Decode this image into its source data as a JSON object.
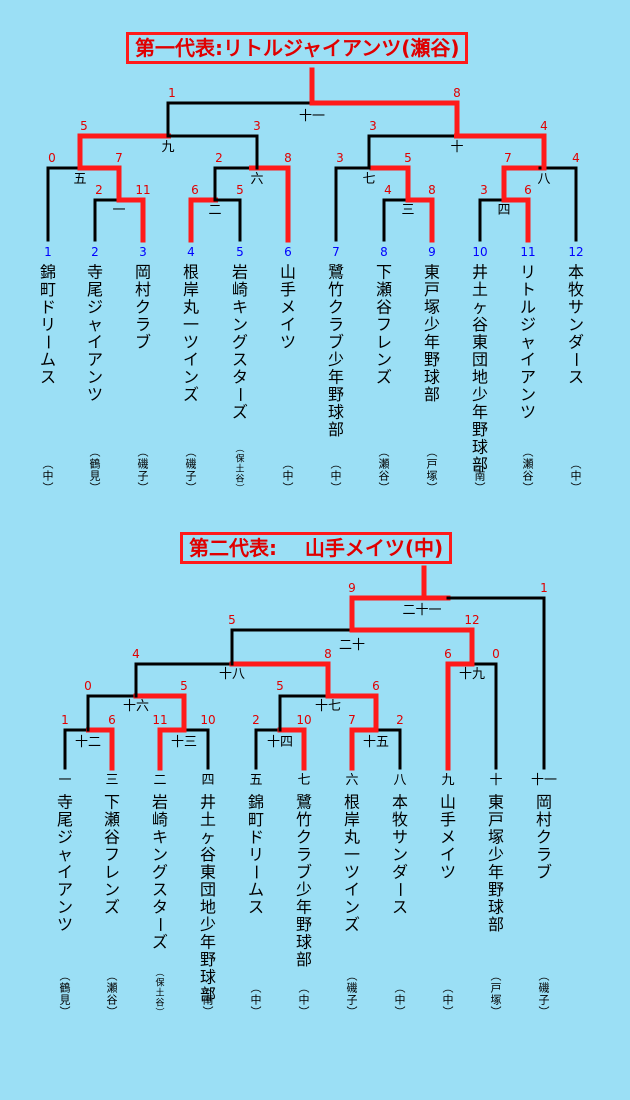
{
  "block1": {
    "title": "第一代表:リトルジャイアンツ(瀬谷)",
    "teams": [
      {
        "seed": "1",
        "name": "錦町ドリームス",
        "region": "(中)"
      },
      {
        "seed": "2",
        "name": "寺尾ジャイアンツ",
        "region": "(鶴見)"
      },
      {
        "seed": "3",
        "name": "岡村クラブ",
        "region": "(磯子)"
      },
      {
        "seed": "4",
        "name": "根岸丸一ツインズ",
        "region": "(磯子)"
      },
      {
        "seed": "5",
        "name": "岩崎キングスターズ",
        "region": "(保土谷)"
      },
      {
        "seed": "6",
        "name": "山手メイツ",
        "region": "(中)"
      },
      {
        "seed": "7",
        "name": "鷺竹クラブ少年野球部",
        "region": "(中)"
      },
      {
        "seed": "8",
        "name": "下瀬谷フレンズ",
        "region": "(瀬谷)"
      },
      {
        "seed": "9",
        "name": "東戸塚少年野球部",
        "region": "(戸塚)"
      },
      {
        "seed": "10",
        "name": "井土ヶ谷東団地少年野球部",
        "region": "(南)"
      },
      {
        "seed": "11",
        "name": "リトルジャイアンツ",
        "region": "(瀬谷)"
      },
      {
        "seed": "12",
        "name": "本牧サンダース",
        "region": "(中)"
      }
    ],
    "games": [
      {
        "label": "一",
        "left": "2",
        "right": "11"
      },
      {
        "label": "二",
        "left": "6",
        "right": "5"
      },
      {
        "label": "三",
        "left": "4",
        "right": "8"
      },
      {
        "label": "四",
        "left": "3",
        "right": "6"
      },
      {
        "label": "五",
        "left": "0",
        "right": "7"
      },
      {
        "label": "六",
        "left": "2",
        "right": "8"
      },
      {
        "label": "七",
        "left": "3",
        "right": "5"
      },
      {
        "label": "八",
        "left": "7",
        "right": "4"
      },
      {
        "label": "九",
        "left": "5",
        "right": "3"
      },
      {
        "label": "十",
        "left": "3",
        "right": "4"
      },
      {
        "label": "十一",
        "left": "1",
        "right": "8"
      }
    ]
  },
  "block2": {
    "title": "第二代表:    山手メイツ(中)",
    "teams": [
      {
        "seed": "一",
        "name": "寺尾ジャイアンツ",
        "region": "(鶴見)"
      },
      {
        "seed": "三",
        "name": "下瀬谷フレンズ",
        "region": "(瀬谷)"
      },
      {
        "seed": "二",
        "name": "岩崎キングスターズ",
        "region": "(保土谷)"
      },
      {
        "seed": "四",
        "name": "井土ヶ谷東団地少年野球部",
        "region": "(南)"
      },
      {
        "seed": "五",
        "name": "錦町ドリームス",
        "region": "(中)"
      },
      {
        "seed": "七",
        "name": "鷺竹クラブ少年野球部",
        "region": "(中)"
      },
      {
        "seed": "六",
        "name": "根岸丸一ツインズ",
        "region": "(磯子)"
      },
      {
        "seed": "八",
        "name": "本牧サンダース",
        "region": "(中)"
      },
      {
        "seed": "九",
        "name": "山手メイツ",
        "region": "(中)"
      },
      {
        "seed": "十",
        "name": "東戸塚少年野球部",
        "region": "(戸塚)"
      },
      {
        "seed": "十一",
        "name": "岡村クラブ",
        "region": "(磯子)"
      }
    ],
    "games": [
      {
        "label": "十二",
        "left": "1",
        "right": "6"
      },
      {
        "label": "十三",
        "left": "11",
        "right": "10"
      },
      {
        "label": "十四",
        "left": "2",
        "right": "10"
      },
      {
        "label": "十五",
        "left": "7",
        "right": "2"
      },
      {
        "label": "十六",
        "left": "0",
        "right": "5"
      },
      {
        "label": "十七",
        "left": "5",
        "right": "6"
      },
      {
        "label": "十八",
        "left": "4",
        "right": "8"
      },
      {
        "label": "十九",
        "left": "6",
        "right": "0"
      },
      {
        "label": "二十",
        "left": "5",
        "right": "12"
      },
      {
        "label": "二十一",
        "left": "9",
        "right": "1"
      }
    ]
  },
  "colors": {
    "background": "#9bdff5",
    "win": "#ff1a1a",
    "line": "#000000",
    "seed": "#0000ff",
    "score": "#e00000"
  }
}
